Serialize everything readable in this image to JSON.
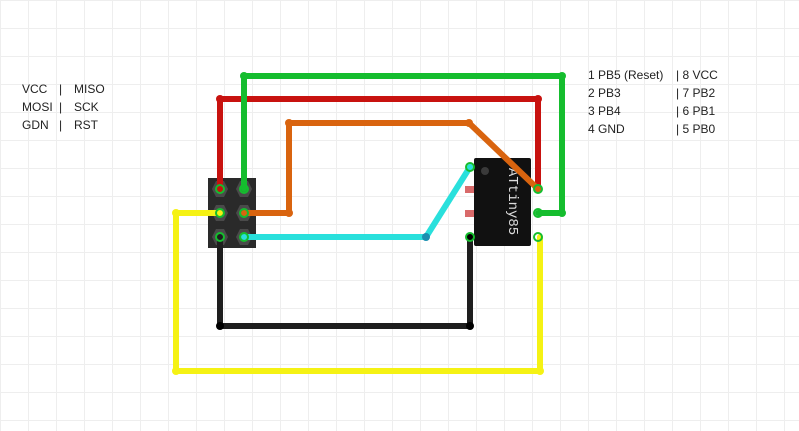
{
  "isp_legend": [
    {
      "left": "VCC",
      "sep": "|",
      "right": "MISO"
    },
    {
      "left": "MOSI",
      "sep": "|",
      "right": "SCK"
    },
    {
      "left": "GDN",
      "sep": "|",
      "right": "RST"
    }
  ],
  "chip_legend": [
    {
      "left": "1 PB5 (Reset)",
      "right": "| 8 VCC"
    },
    {
      "left": "2 PB3",
      "right": "| 7 PB2"
    },
    {
      "left": "3 PB4",
      "right": "| 6 PB1"
    },
    {
      "left": "4 GND",
      "right": "| 5 PB0"
    }
  ],
  "chip": {
    "label": "ATtiny85"
  },
  "wire_colors": {
    "red": "#c8120f",
    "green": "#15bd2e",
    "orange": "#d9640f",
    "cyan": "#29e0dc",
    "black": "#1e1e1e",
    "yellow": "#f5f214"
  }
}
